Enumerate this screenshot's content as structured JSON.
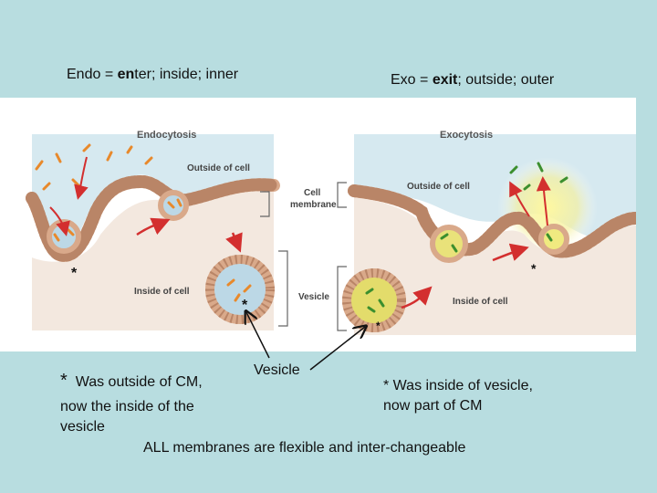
{
  "header": {
    "endo_prefix": "Endo =",
    "endo_bold": "en",
    "endo_rest": "ter; inside; inner",
    "exo_prefix": "Exo =",
    "exo_bold": "exit",
    "exo_rest": "; outside; outer"
  },
  "diagram": {
    "endocytosis_title": "Endocytosis",
    "exocytosis_title": "Exocytosis",
    "outside_of_cell_left": "Outside of cell",
    "outside_of_cell_right": "Outside of cell",
    "cell_membrane_line1": "Cell",
    "cell_membrane_line2": "membrane",
    "inside_of_cell_left": "Inside of cell",
    "inside_of_cell_right": "Inside of cell",
    "vesicle_label": "Vesicle",
    "star": "*"
  },
  "annotations": {
    "vesicle_callout": "Vesicle",
    "left_star": "*",
    "left_note_line1": "Was outside of CM,",
    "left_note_line2": "now the inside of the",
    "left_note_line3": "vesicle",
    "right_note_line1": "* Was inside of vesicle,",
    "right_note_line2": "now part of CM",
    "footer": "ALL membranes are flexible and inter-changeable"
  },
  "colors": {
    "background": "#b8dde0",
    "membrane": "#d9a98a",
    "outside_fluid": "#cfe4ec",
    "cytoplasm": "#f2e6dc",
    "arrow": "#d32f2f",
    "particle_orange": "#e8892b",
    "particle_green": "#3c8f2e"
  }
}
